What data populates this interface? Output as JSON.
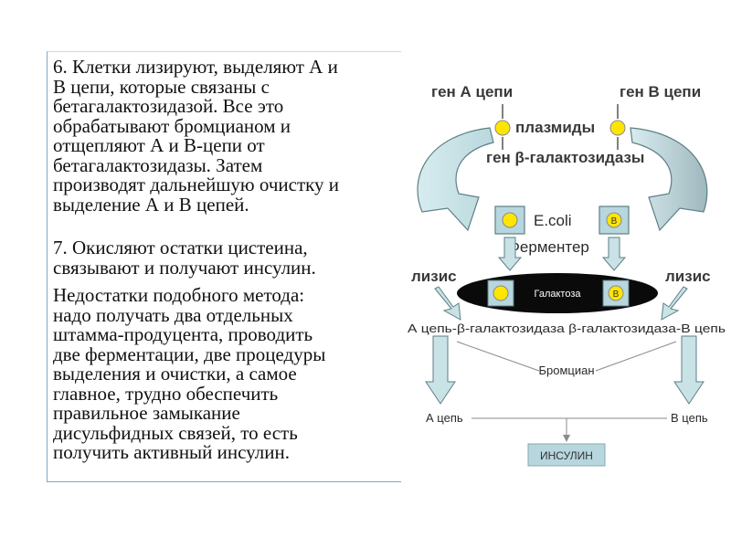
{
  "text": {
    "p1": "6. Клетки лизируют, выделяют А и\nВ цепи, которые связаны с\nбетагалактозидазой. Все это\nобрабатывают бромцианом и\nотщепляют А и В-цепи от\nбетагалактозидазы. Затем\nпроизводят дальнейшую очистку и\nвыделение А и В цепей.",
    "p2": "7. Окисляют остатки цистеина,\nсвязывают и получают инсулин.",
    "p3": "Недостатки подобного метода:\nнадо получать два отдельных\nштамма-продуцента, проводить\nдве ферментации, две процедуры\nвыделения и очистки, а самое\nглавное, трудно обеспечить\nправильное замыкание\nдисульфидных связей, то есть\nполучить активный инсулин."
  },
  "diagram": {
    "gene_a": "ген А цепи",
    "gene_b": "ген В цепи",
    "plasmids": "плазмиды",
    "gene_bgal": "ген β-галактозидазы",
    "ecoli": "E.coli",
    "b_letter": "В",
    "fermenter": "Ферментер",
    "lysis_left": "лизис",
    "lysis_right": "лизис",
    "galactose": "Галактоза",
    "fusion_line": "А цепь-β-галактозидаза β-галактозидаза-В цепь",
    "bromcyan": "Бромциан",
    "chain_a": "А цепь",
    "chain_b": "В цепь",
    "insulin": "ИНСУЛИН",
    "colors": {
      "arrow_fill": "#c9e2e6",
      "arrow_stroke": "#5d7f86",
      "box_fill": "#b7d6dd",
      "circle_fill": "#ffe600",
      "oval_fill": "#0a0a0a",
      "line": "#8a8a8a",
      "text_dark": "#3a3a3a"
    }
  }
}
